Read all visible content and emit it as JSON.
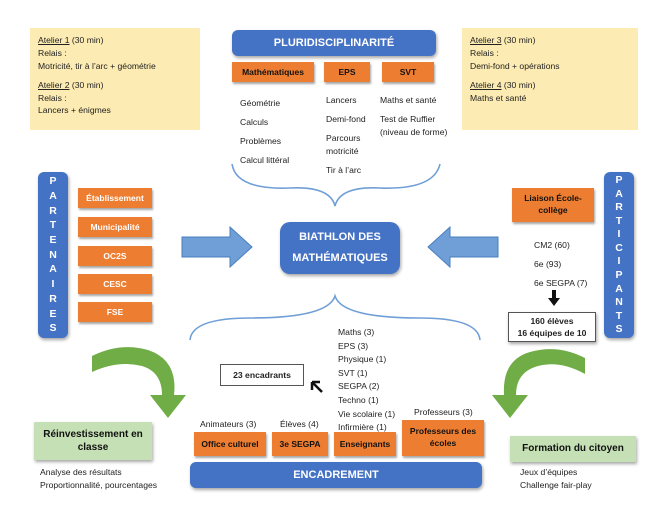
{
  "ateliers": {
    "a1": {
      "head": "Atelier 1",
      "dur": " (30 min)",
      "l1": "Relais :",
      "l2": "Motricité, tir à l’arc + géométrie"
    },
    "a2": {
      "head": "Atelier 2",
      "dur": " (30 min)",
      "l1": "Relais :",
      "l2": "Lancers + énigmes"
    },
    "a3": {
      "head": "Atelier 3",
      "dur": " (30 min)",
      "l1": "Relais :",
      "l2": "Demi-fond + opérations"
    },
    "a4": {
      "head": "Atelier 4",
      "dur": " (30 min)",
      "l1": "Maths et santé"
    }
  },
  "pluri": {
    "title": "PLURIDISCIPLINARITÉ",
    "cols": [
      {
        "label": "Mathématiques",
        "items": [
          "Géométrie",
          "Calculs",
          "Problèmes",
          "Calcul littéral"
        ]
      },
      {
        "label": "EPS",
        "items": [
          "Lancers",
          "Demi-fond",
          "Parcours motricité",
          "Tir à l’arc"
        ]
      },
      {
        "label": "SVT",
        "items": [
          "Maths et santé",
          "Test de Ruffier (niveau de forme)"
        ]
      }
    ]
  },
  "center": {
    "title": "BIATHLON DES MATHÉMATIQUES"
  },
  "partenaires": {
    "label": "PARTENAIRES",
    "items": [
      "Établissement",
      "Municipalité",
      "OC2S",
      "CESC",
      "FSE"
    ]
  },
  "participants": {
    "label": "PARTICIPANTS",
    "liaison": "Liaison École-collège",
    "groups": [
      "CM2 (60)",
      "6e (93)",
      "6e SEGPA (7)"
    ],
    "total_l1": "160 élèves",
    "total_l2": "16 équipes de 10"
  },
  "encadrants": {
    "count_label": "23 encadrants"
  },
  "teachers": [
    "Maths (3)",
    "EPS (3)",
    "Physique (1)",
    "SVT (1)",
    "SEGPA (2)",
    "Techno (1)",
    "Vie scolaire (1)",
    "Infirmière (1)"
  ],
  "encadrement": {
    "title": "ENCADREMENT",
    "groups": [
      {
        "top": "Animateurs (3)",
        "label": "Office culturel"
      },
      {
        "top": "Élèves (4)",
        "label": "3e SEGPA"
      },
      {
        "top": "",
        "label": "Enseignants"
      },
      {
        "top": "Professeurs (3)",
        "label": "Professeurs des écoles"
      }
    ]
  },
  "reinvest": {
    "title": "Réinvestissement en classe",
    "l1": "Analyse des résultats",
    "l2": "Proportionnalité, pourcentages"
  },
  "formation": {
    "title": "Formation du citoyen",
    "l1": "Jeux d’équipes",
    "l2": "Challenge fair-play"
  },
  "colors": {
    "blue": "#4472c4",
    "orange": "#ed7d31",
    "yellow": "#fcebb2",
    "green": "#c5e0b4",
    "arrow_green": "#70ad47"
  }
}
